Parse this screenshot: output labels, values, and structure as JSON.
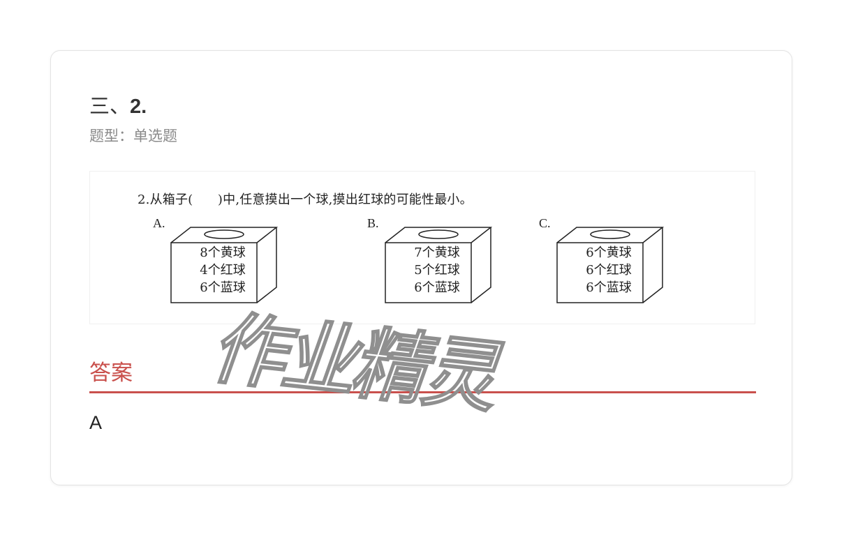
{
  "question": {
    "section": "三、",
    "number": "2.",
    "type_label": "题型：单选题"
  },
  "question_image": {
    "stem": "2.从箱子(      )中,任意摸出一个球,摸出红球的可能性最小。",
    "options": [
      {
        "letter": "A.",
        "lines": [
          "8个黄球",
          "4个红球",
          "6个蓝球"
        ]
      },
      {
        "letter": "B.",
        "lines": [
          "7个黄球",
          "5个红球",
          "6个蓝球"
        ]
      },
      {
        "letter": "C.",
        "lines": [
          "6个黄球",
          "6个红球",
          "6个蓝球"
        ]
      }
    ]
  },
  "answer": {
    "heading": "答案",
    "value": "A"
  },
  "watermark": {
    "text": "作业精灵"
  },
  "colors": {
    "accent_red": "#c9504c",
    "title_text": "#333333",
    "muted_text": "#8a8a8a",
    "card_border": "#e3e3e3"
  }
}
